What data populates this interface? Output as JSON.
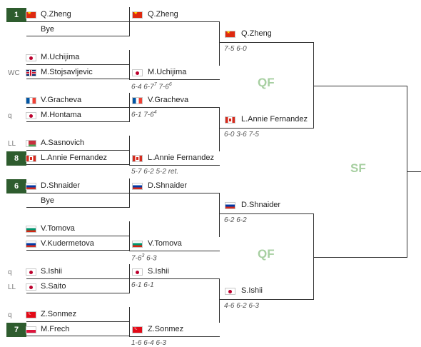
{
  "r1": [
    {
      "top": {
        "seed": "1",
        "tag": "",
        "flag": "cn",
        "name": "Q.Zheng"
      },
      "bottom": {
        "seed": "",
        "tag": "",
        "flag": "",
        "name": "Bye"
      }
    },
    {
      "top": {
        "seed": "",
        "tag": "",
        "flag": "jp",
        "name": "M.Uchijima"
      },
      "bottom": {
        "seed": "",
        "tag": "WC",
        "flag": "gb",
        "name": "M.Stojsavljevic"
      }
    },
    {
      "top": {
        "seed": "",
        "tag": "",
        "flag": "fr",
        "name": "V.Gracheva"
      },
      "bottom": {
        "seed": "",
        "tag": "q",
        "flag": "jp",
        "name": "M.Hontama"
      }
    },
    {
      "top": {
        "seed": "",
        "tag": "LL",
        "flag": "by",
        "name": "A.Sasnovich"
      },
      "bottom": {
        "seed": "8",
        "tag": "",
        "flag": "ca",
        "name": "L.Annie Fernandez"
      }
    },
    {
      "top": {
        "seed": "6",
        "tag": "",
        "flag": "ru",
        "name": "D.Shnaider"
      },
      "bottom": {
        "seed": "",
        "tag": "",
        "flag": "",
        "name": "Bye"
      }
    },
    {
      "top": {
        "seed": "",
        "tag": "",
        "flag": "bg",
        "name": "V.Tomova"
      },
      "bottom": {
        "seed": "",
        "tag": "",
        "flag": "ru",
        "name": "V.Kudermetova"
      }
    },
    {
      "top": {
        "seed": "",
        "tag": "q",
        "flag": "jp",
        "name": "S.Ishii"
      },
      "bottom": {
        "seed": "",
        "tag": "LL",
        "flag": "jp",
        "name": "S.Saito"
      }
    },
    {
      "top": {
        "seed": "",
        "tag": "q",
        "flag": "tr",
        "name": "Z.Sonmez"
      },
      "bottom": {
        "seed": "7",
        "tag": "",
        "flag": "pl",
        "name": "M.Frech"
      }
    }
  ],
  "r2": [
    {
      "flag": "cn",
      "name": "Q.Zheng",
      "score": ""
    },
    {
      "flag": "jp",
      "name": "M.Uchijima",
      "score": "6-4 6-7<sup>7</sup> 7-6<sup>6</sup>"
    },
    {
      "flag": "fr",
      "name": "V.Gracheva",
      "score": "6-1 7-6<sup>4</sup>"
    },
    {
      "flag": "ca",
      "name": "L.Annie Fernandez",
      "score": "5-7 6-2 5-2 ret."
    },
    {
      "flag": "ru",
      "name": "D.Shnaider",
      "score": ""
    },
    {
      "flag": "bg",
      "name": "V.Tomova",
      "score": "7-6<sup>3</sup> 6-3"
    },
    {
      "flag": "jp",
      "name": "S.Ishii",
      "score": "6-1 6-1"
    },
    {
      "flag": "tr",
      "name": "Z.Sonmez",
      "score": "1-6 6-4 6-3"
    }
  ],
  "r3": [
    {
      "flag": "cn",
      "name": "Q.Zheng",
      "score": "7-5 6-0"
    },
    {
      "flag": "ca",
      "name": "L.Annie Fernandez",
      "score": "6-0 3-6 7-5"
    },
    {
      "flag": "ru",
      "name": "D.Shnaider",
      "score": "6-2 6-2"
    },
    {
      "flag": "jp",
      "name": "S.Ishii",
      "score": "4-6 6-2 6-3"
    }
  ],
  "labels": {
    "qf_top": "QF",
    "qf_bottom": "QF",
    "sf": "SF"
  },
  "colors": {
    "seed_bg": "#2e5c2e",
    "round_label": "#a7cfa1",
    "line": "#333333"
  }
}
